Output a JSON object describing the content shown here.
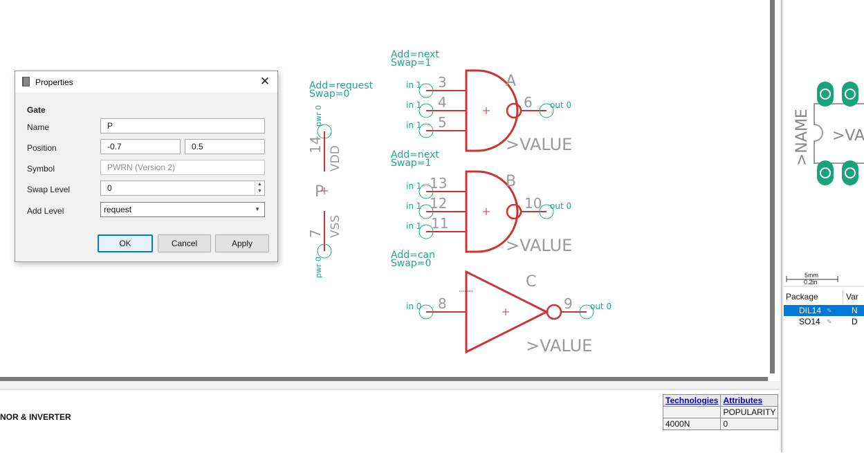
{
  "dialog": {
    "title": "Properties",
    "close": "✕",
    "section": "Gate",
    "name_label": "Name",
    "name_value": "P",
    "position_label": "Position",
    "position_x": "-0.7",
    "position_y": "0.5",
    "symbol_label": "Symbol",
    "symbol_value": "PWRN (Version 2)",
    "swap_label": "Swap Level",
    "swap_value": "0",
    "add_label": "Add Level",
    "add_value": "request",
    "ok": "OK",
    "cancel": "Cancel",
    "apply": "Apply"
  },
  "schematic": {
    "colors": {
      "gate": "#cc3333",
      "pin": "#1ea88a",
      "text": "#999999"
    },
    "power": {
      "name": "P",
      "add": "Add=request",
      "swap": "Swap=0",
      "vdd": "VDD",
      "vdd_pin": "14",
      "vdd_fn": "pwr 0",
      "vss": "VSS",
      "vss_pin": "7",
      "vss_fn": "pwr 0"
    },
    "gate_a": {
      "name": "A",
      "add": "Add=next",
      "swap": "Swap=1",
      "in_pins": [
        "3",
        "4",
        "5"
      ],
      "out_pin": "6",
      "value": ">VALUE"
    },
    "gate_b": {
      "name": "B",
      "add": "Add=next",
      "swap": "Swap=1",
      "in_pins": [
        "13",
        "12",
        "11"
      ],
      "out_pin": "10",
      "value": ">VALUE"
    },
    "gate_c": {
      "name": "C",
      "add": "Add=can",
      "swap": "Swap=0",
      "in_pins": [
        "8"
      ],
      "out_pin": "9",
      "value": ">VALUE"
    },
    "in_label": "in 1",
    "in_label_c": "in 0",
    "out_label": "out 0"
  },
  "package_preview": {
    "name": ">NAME",
    "value": ">VA",
    "scale_top": "5mm",
    "scale_bottom": "0.2in"
  },
  "package_table": {
    "headers": [
      "Package",
      "Var"
    ],
    "rows": [
      {
        "package": "DIL14",
        "variant": "N",
        "selected": true
      },
      {
        "package": "SO14",
        "variant": "D",
        "selected": false
      }
    ]
  },
  "bottom": {
    "description": "NOR & INVERTER",
    "technologies_header": "Technologies",
    "attributes_header": "Attributes",
    "attribute_name": "POPULARITY",
    "technology": "4000N",
    "attribute_value": "0"
  }
}
